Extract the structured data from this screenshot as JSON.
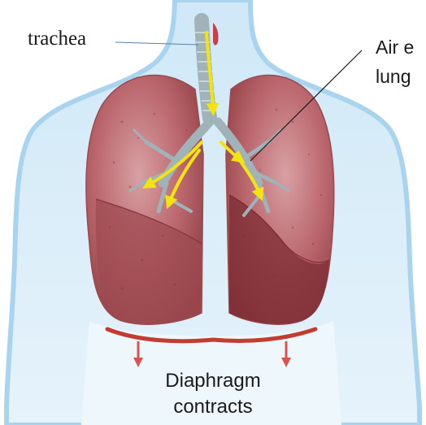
{
  "labels": {
    "trachea": "trachea",
    "air_line1": "Air e",
    "air_line2": "lung",
    "diaphragm_line1": "Diaphragm",
    "diaphragm_line2": "contracts"
  },
  "colors": {
    "body_fill": "#d7ecf8",
    "body_edge": "#a8d4ef",
    "lung_fill": "#b85f66",
    "lung_dark": "#8a3a40",
    "lung_light": "#d59a9c",
    "airway": "#9fb3b8",
    "arrow_air": "#f2e311",
    "diaphragm": "#c43b2f",
    "arrow_down": "#d9534f"
  }
}
